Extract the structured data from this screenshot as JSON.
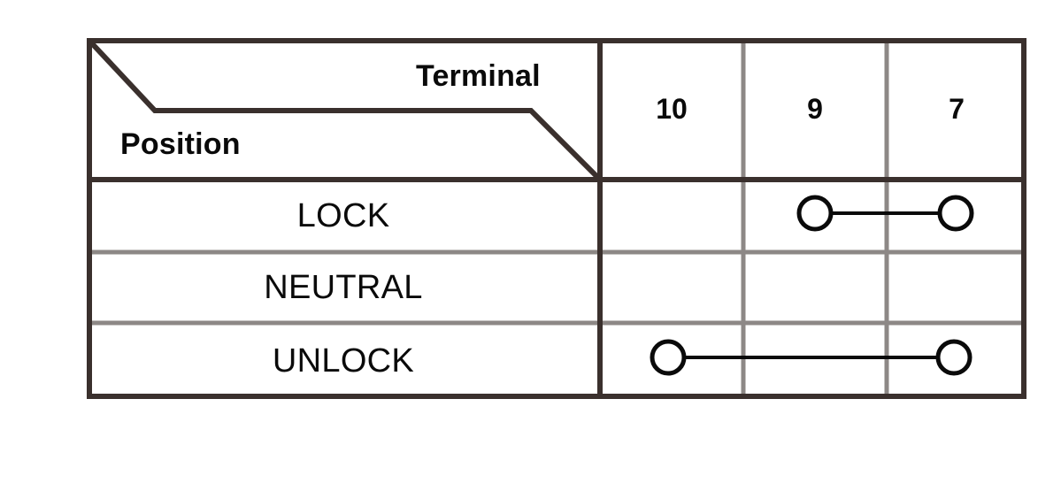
{
  "table": {
    "header": {
      "column_axis_label": "Terminal",
      "row_axis_label": "Position",
      "terminals": [
        {
          "id": "10",
          "label": "10"
        },
        {
          "id": "9",
          "label": "9"
        },
        {
          "id": "7",
          "label": "7"
        }
      ]
    },
    "rows": [
      {
        "id": "lock",
        "label": "LOCK",
        "connected_terminals": [
          "9",
          "7"
        ]
      },
      {
        "id": "neutral",
        "label": "NEUTRAL",
        "connected_terminals": []
      },
      {
        "id": "unlock",
        "label": "UNLOCK",
        "connected_terminals": [
          "10",
          "7"
        ]
      }
    ]
  },
  "style": {
    "outer_border_color": "#3a302d",
    "inner_grid_color": "#8d8886",
    "text_color": "#0a0a0a",
    "connector_color": "#0a0a0a",
    "background_color": "#ffffff"
  }
}
